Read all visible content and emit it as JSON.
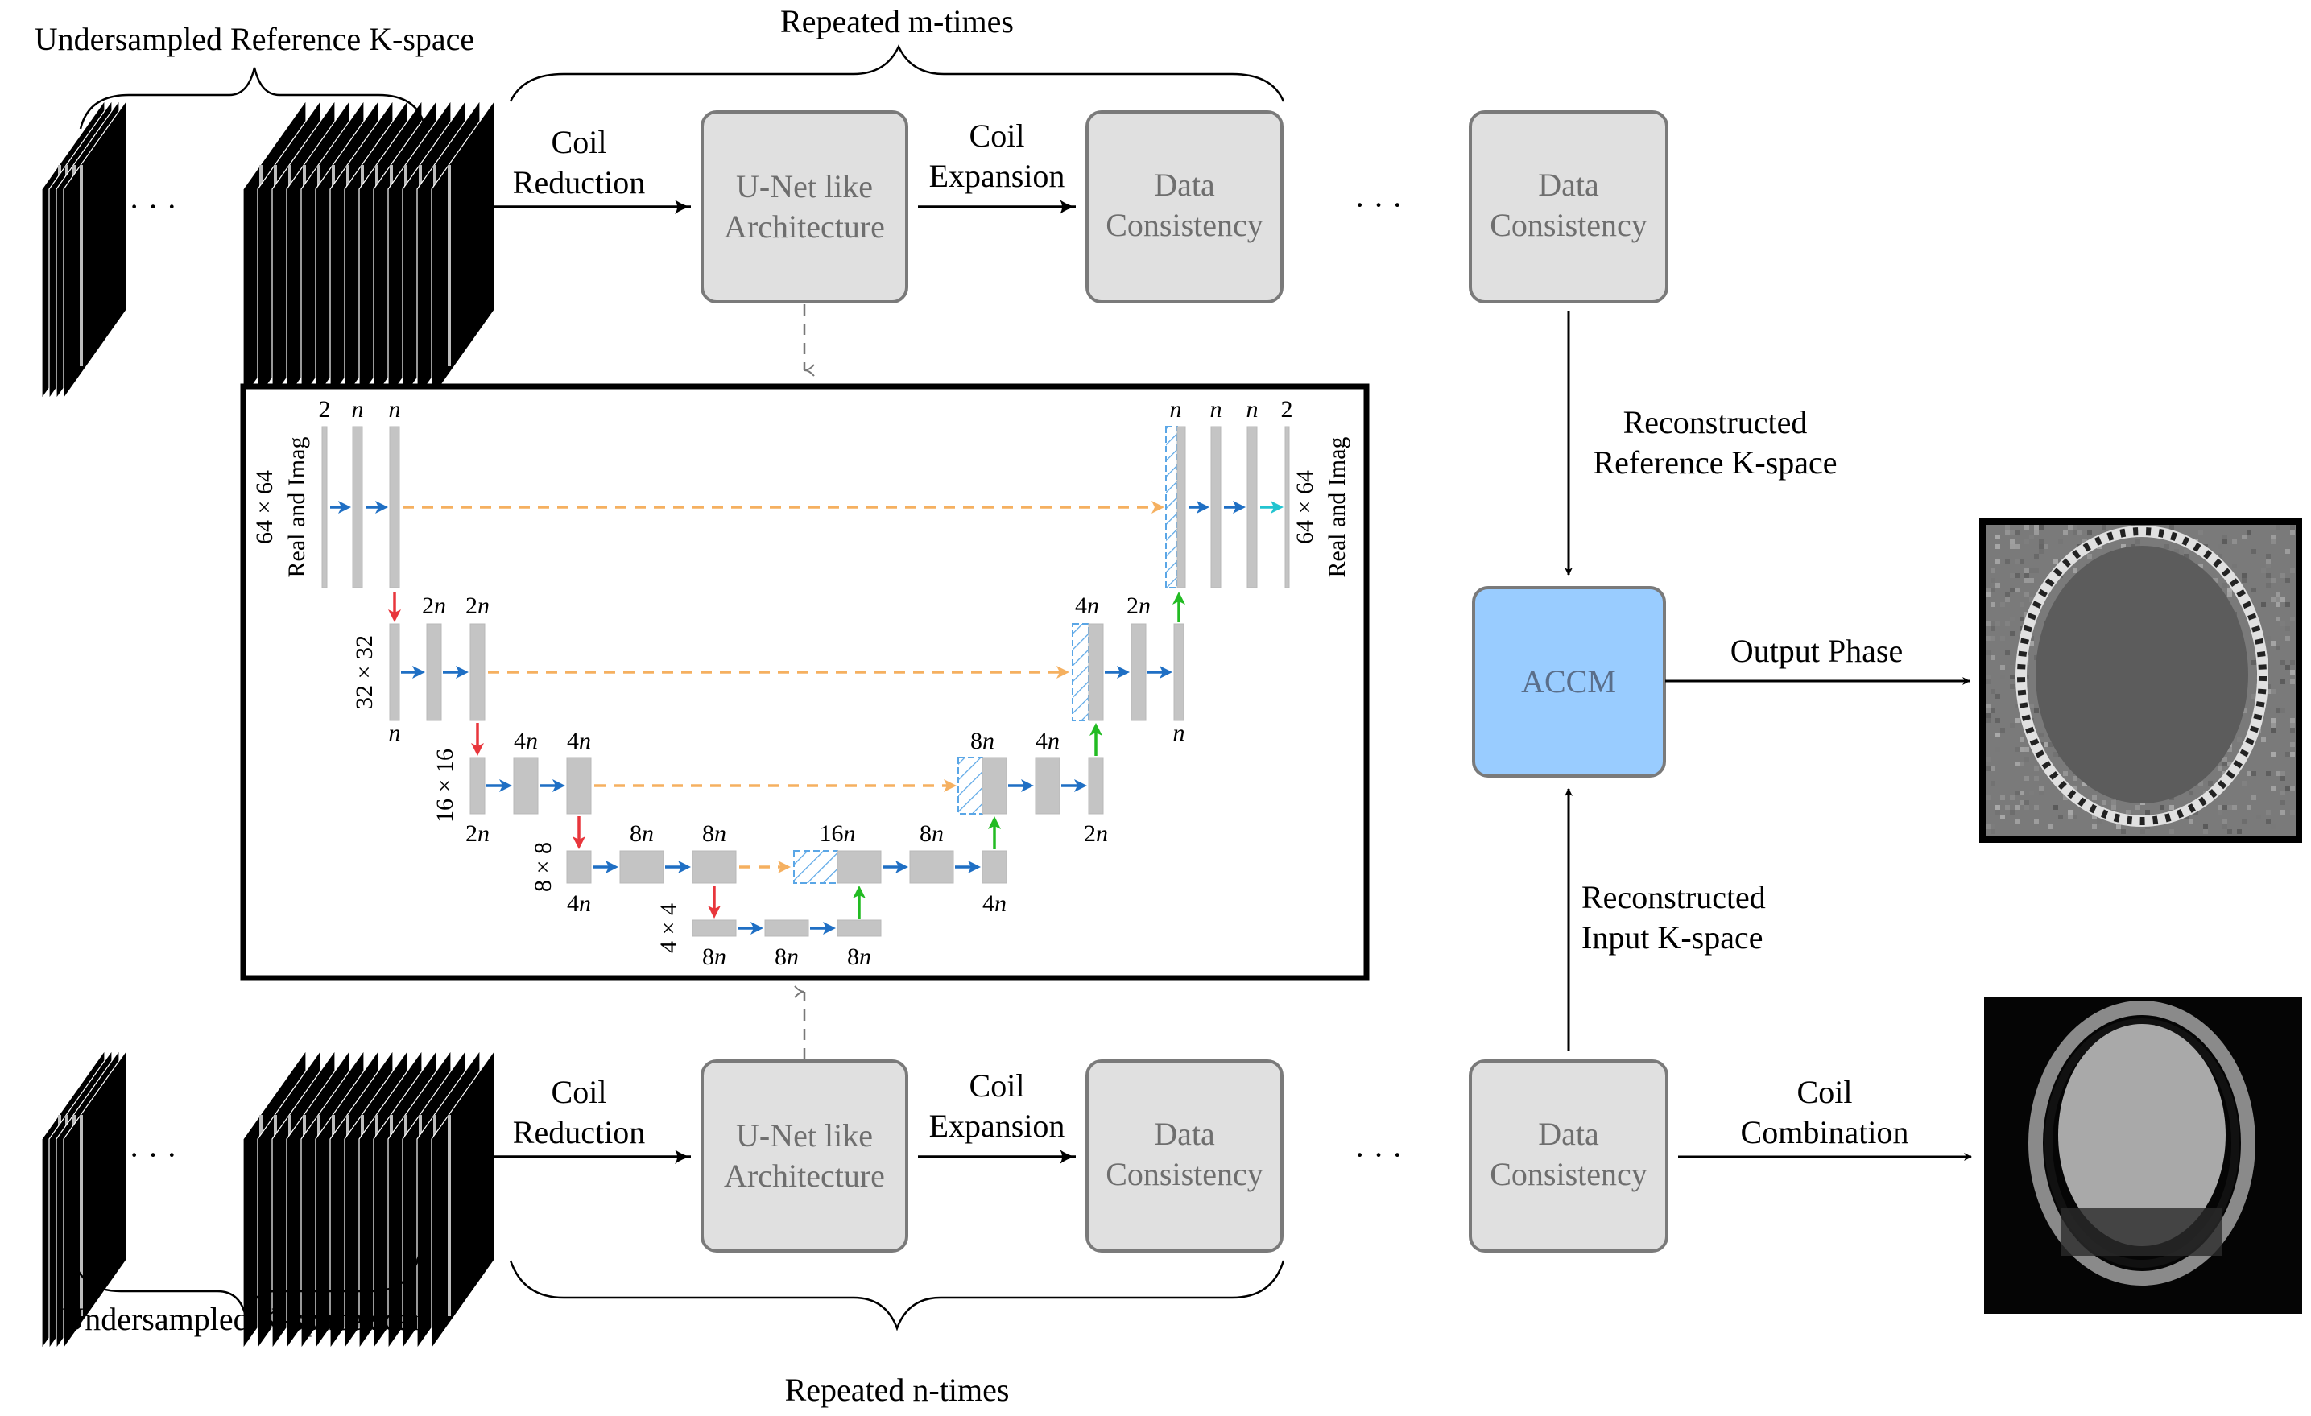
{
  "labels": {
    "top_input": "Undersampled Reference K-space",
    "bottom_input": "Undersampled K-space scan",
    "repeat_top": "Repeated m-times",
    "repeat_bottom": "Repeated n-times",
    "coil_reduction": [
      "Coil",
      "Reduction"
    ],
    "coil_expansion": [
      "Coil",
      "Expansion"
    ],
    "recon_reference": [
      "Reconstructed",
      "Reference K-space"
    ],
    "recon_input": [
      "Reconstructed",
      "Input K-space"
    ],
    "output_phase": "Output Phase",
    "coil_combination": [
      "Coil",
      "Combination"
    ],
    "ellipsis": "· · ·"
  },
  "boxes": {
    "unet": [
      "U-Net like",
      "Architecture"
    ],
    "data_consistency": [
      "Data",
      "Consistency"
    ],
    "accm": "ACCM"
  },
  "colors": {
    "process_fill": "#e0e0e0",
    "process_stroke": "#7a7a7a",
    "accm_fill": "#99ccff",
    "accm_text": "#5a6e8a",
    "conv_arrow": "#1f6fc4",
    "down_arrow": "#e8363c",
    "up_arrow": "#22bb22",
    "skip_arrow": "#f5b060",
    "final_arrow": "#22c4d0",
    "concat_hatch": "#5aa6e6"
  },
  "unet": {
    "levels": [
      {
        "resolution": "64 × 64",
        "sublabel": "Real and Imag",
        "encoder_channels": [
          "2",
          "n",
          "n"
        ],
        "decoder_channels": [
          "n",
          "n",
          "n",
          "2"
        ]
      },
      {
        "resolution": "32 × 32",
        "encoder_channels": [
          "n",
          "2n",
          "2n"
        ],
        "decoder_channels": [
          "4n",
          "2n",
          "n"
        ]
      },
      {
        "resolution": "16 × 16",
        "encoder_channels": [
          "2n",
          "4n",
          "4n"
        ],
        "decoder_channels": [
          "8n",
          "4n",
          "2n"
        ]
      },
      {
        "resolution": "8 × 8",
        "encoder_channels": [
          "4n",
          "8n",
          "8n"
        ],
        "decoder_channels": [
          "16n",
          "8n",
          "4n"
        ]
      },
      {
        "resolution": "4 × 4",
        "bottleneck_channels": [
          "8n",
          "8n",
          "8n"
        ]
      }
    ]
  }
}
